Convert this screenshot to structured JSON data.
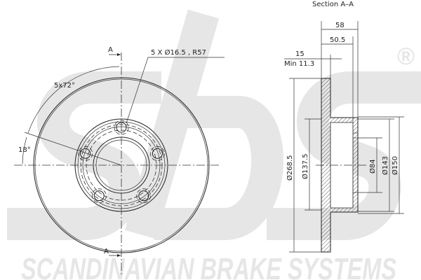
{
  "watermark": {
    "logo": "sbs",
    "registered": "®",
    "tagline": "SCANDINAVIAN BRAKE SYSTEMS",
    "color": "#e6e6e6"
  },
  "front_view": {
    "section_marker": "A",
    "bolt_pattern": "5 X Ø16.5 , R57",
    "angle_spacing": "5x72°",
    "angle_offset": "18°"
  },
  "section_view": {
    "title": "Section A–A",
    "dims": {
      "overall_height": "58",
      "hat_height": "50.5",
      "thickness": "15",
      "min_thickness": "Min 11.3",
      "outer_diameter": "Ø268.5",
      "hat_diameter": "Ø137.5",
      "center_bore": "Ø84",
      "d143": "Ø143",
      "d150": "Ø150"
    }
  }
}
